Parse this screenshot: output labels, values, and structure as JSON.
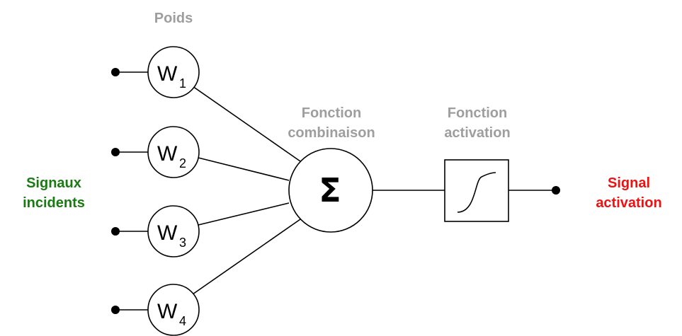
{
  "labels": {
    "weights": "Poids",
    "combination_line1": "Fonction",
    "combination_line2": "combinaison",
    "activation_line1": "Fonction",
    "activation_line2": "activation",
    "inputs_line1": "Signaux",
    "inputs_line2": "incidents",
    "output_line1": "Signal",
    "output_line2": "activation"
  },
  "weights": [
    {
      "letter": "W",
      "index": "1"
    },
    {
      "letter": "W",
      "index": "2"
    },
    {
      "letter": "W",
      "index": "3"
    },
    {
      "letter": "W",
      "index": "4"
    }
  ],
  "sum_symbol": "Σ",
  "colors": {
    "header_gray": "#9e9e9e",
    "input_green": "#1a7a12",
    "output_red": "#ee1111",
    "stroke": "#000000"
  },
  "icons": {
    "summation": "sigma-icon",
    "activation": "sigmoid-curve-icon"
  }
}
